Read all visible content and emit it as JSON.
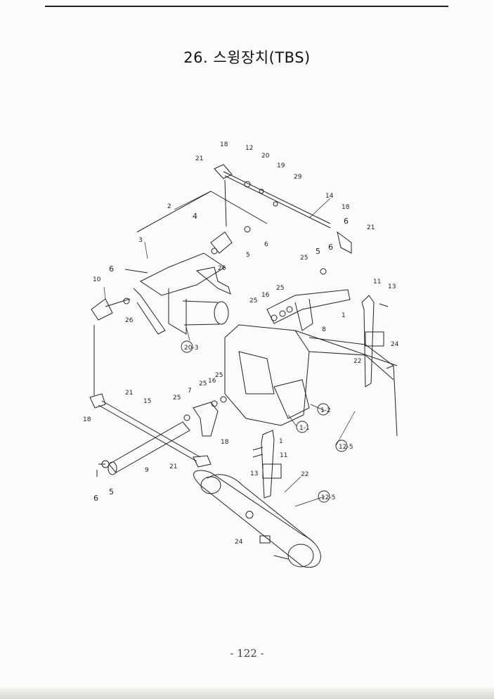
{
  "title": "26. 스윙장치(TBS)",
  "page_number": "- 122 -",
  "callouts": {
    "c18a": "18",
    "c12": "12",
    "c20": "20",
    "c21a": "21",
    "c19": "19",
    "c29": "29",
    "c14": "14",
    "c18b": "18",
    "c6a": "6",
    "c21b": "21",
    "c2": "2",
    "c4": "4",
    "c3": "3",
    "c6b": "6",
    "c5a": "5",
    "c6c": "6",
    "c26a": "26",
    "c10": "10",
    "c26b": "26",
    "c20_3": "20-3",
    "c25a": "25",
    "c5b": "5",
    "c6d": "6",
    "c25b": "25",
    "c16a": "16",
    "c25c": "25",
    "c8": "8",
    "c11a": "11",
    "c13a": "13",
    "c1a": "1",
    "c24a": "24",
    "c22a": "22",
    "c25d": "25",
    "c16b": "16",
    "c25e": "25",
    "c1_2": "1-2",
    "c1_1": "1-1",
    "c12_5a": "12-5",
    "c21c": "21",
    "c18c": "18",
    "c15": "15",
    "c25f": "25",
    "c7": "7",
    "c18d": "18",
    "c1b": "1",
    "c13b": "13",
    "c11b": "11",
    "c9": "9",
    "c6e": "6",
    "c5c": "5",
    "c21d": "21",
    "c22b": "22",
    "c12_5b": "12-5",
    "c24b": "24"
  }
}
